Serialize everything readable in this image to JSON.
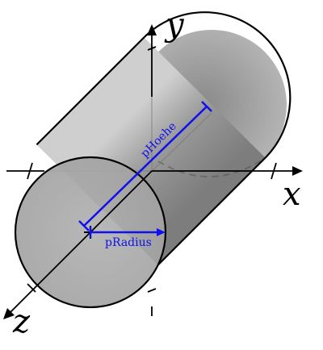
{
  "axes": {
    "x_label": "x",
    "y_label": "y",
    "z_label": "z"
  },
  "dimensions": {
    "height_label": "pHoehe",
    "radius_label": "pRadius"
  },
  "colors": {
    "dimension": "#1010ee",
    "axis": "#000000",
    "cylinder_fill": "#a8a8a8",
    "cylinder_edge": "#000000"
  }
}
